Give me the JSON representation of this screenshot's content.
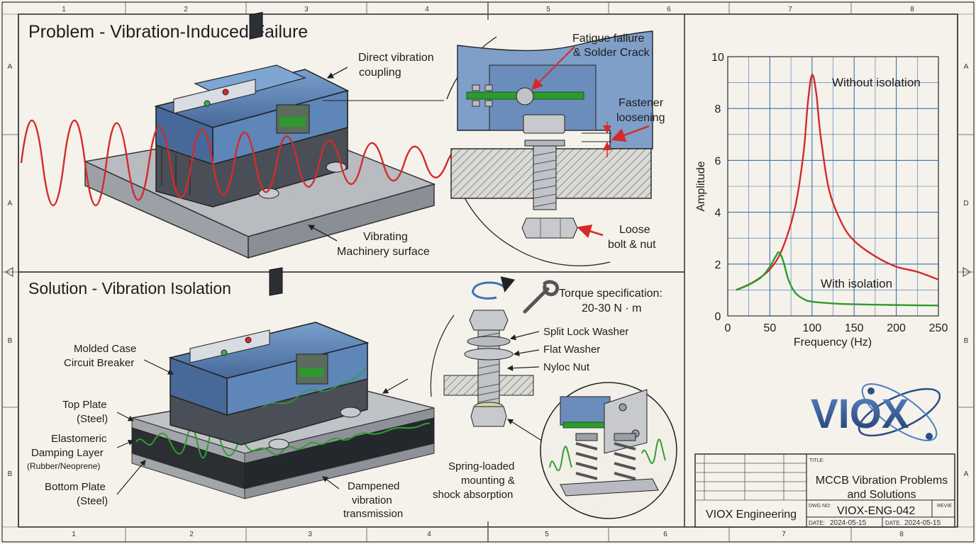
{
  "border": {
    "cols": [
      "1",
      "2",
      "3",
      "4",
      "5",
      "6",
      "7",
      "8"
    ],
    "bottom_cols": [
      "1",
      "2",
      "3",
      "4",
      "5",
      "6",
      "7",
      "8"
    ],
    "rows_left": [
      "A",
      "A",
      "B",
      "B"
    ],
    "rows_right": [
      "A",
      "D",
      "B",
      "A"
    ]
  },
  "problem": {
    "title": "Problem - Vibration-Induced Failure",
    "direct_coupling": [
      "Direct vibration",
      "coupling"
    ],
    "surface": [
      "Vibrating",
      "Machinery surface"
    ],
    "fatigue": [
      "Fatigue failure",
      "& Solder Crack"
    ],
    "fastener": [
      "Fastener",
      "loosening"
    ],
    "loose": [
      "Loose",
      "bolt & nut"
    ]
  },
  "solution": {
    "title": "Solution - Vibration Isolation",
    "mccb": [
      "Molded Case",
      "Circuit Breaker"
    ],
    "top_plate": [
      "Top Plate",
      "(Steel)"
    ],
    "damping": [
      "Elastomeric",
      "Damping Layer"
    ],
    "damping_sub": "(Rubber/Neoprene)",
    "bottom_plate": [
      "Bottom Plate",
      "(Steel)"
    ],
    "dampened": [
      "Dampened",
      "vibration",
      "transmission"
    ],
    "torque": [
      "Torque specification:",
      "20-30 N · m"
    ],
    "split_washer": "Split Lock Washer",
    "flat_washer": "Flat Washer",
    "nyloc": "Nyloc Nut",
    "spring": [
      "Spring-loaded",
      "mounting &",
      "shock absorption"
    ]
  },
  "chart_data": {
    "type": "line",
    "xlabel": "Frequency (Hz)",
    "ylabel": "Amplitude",
    "xlim": [
      0,
      250
    ],
    "ylim": [
      0,
      10
    ],
    "xticks": [
      0,
      50,
      100,
      150,
      200,
      250
    ],
    "yticks": [
      0,
      2,
      4,
      6,
      8,
      10
    ],
    "grid": true,
    "series": [
      {
        "name": "Without isolation",
        "color": "#d42a2a",
        "x": [
          10,
          30,
          50,
          65,
          80,
          90,
          95,
          100,
          105,
          110,
          120,
          135,
          150,
          175,
          200,
          225,
          250
        ],
        "y": [
          1.0,
          1.3,
          1.8,
          2.6,
          4.2,
          6.3,
          8.2,
          9.3,
          8.6,
          7.0,
          4.9,
          3.6,
          2.9,
          2.3,
          1.9,
          1.7,
          1.4
        ]
      },
      {
        "name": "With isolation",
        "color": "#2e9a2e",
        "x": [
          10,
          25,
          40,
          50,
          57,
          61,
          66,
          72,
          80,
          90,
          100,
          125,
          150,
          200,
          250
        ],
        "y": [
          1.0,
          1.2,
          1.5,
          1.9,
          2.3,
          2.45,
          2.1,
          1.4,
          0.9,
          0.65,
          0.55,
          0.48,
          0.45,
          0.42,
          0.4
        ]
      }
    ],
    "annotations": [
      "Without isolation",
      "With isolation"
    ]
  },
  "title_block": {
    "title_label": "TITLE:",
    "title": [
      "MCCB Vibration Problems",
      "and Solutions"
    ],
    "dwg_label": "DWG NO:",
    "dwg_no": "VIOX-ENG-042",
    "rev_label": "REVIE",
    "company": "VIOX Engineering",
    "date_label": "DATE:",
    "date": "2024-05-15",
    "date2_label": "DATE.",
    "date2": "2024-05-15",
    "logo_text": "VIOX"
  },
  "colors": {
    "accent_red": "#d42a2a",
    "accent_green": "#2e9a2e",
    "breaker_blue": "#5e86b8",
    "breaker_dark": "#4a4f57",
    "logo_blue": "#2c4f8a"
  }
}
